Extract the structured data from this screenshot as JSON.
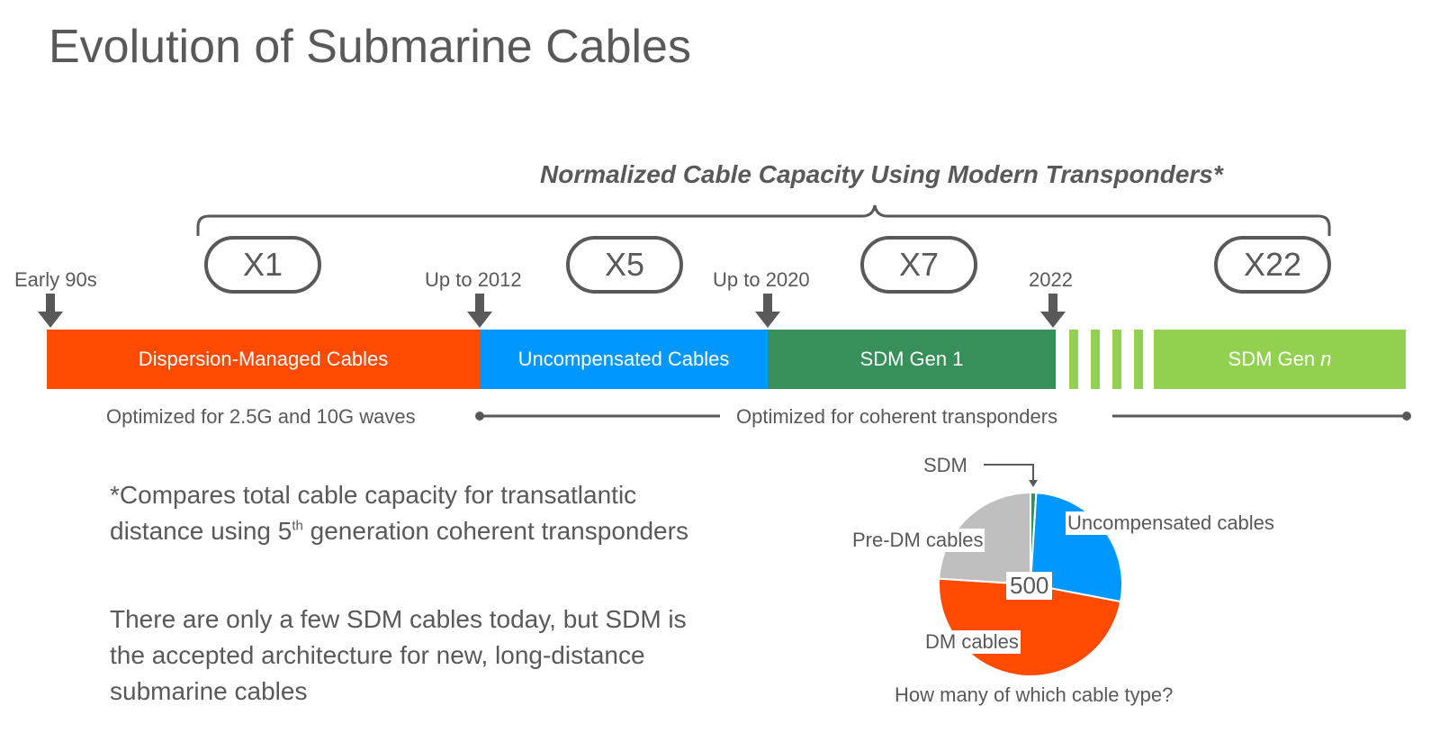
{
  "title": "Evolution of Submarine Cables",
  "subtitle": "Normalized Cable Capacity Using Modern Transponders*",
  "multipliers": [
    "X1",
    "X5",
    "X7",
    "X22"
  ],
  "milestones": [
    "Early 90s",
    "Up to 2012",
    "Up to 2020",
    "2022"
  ],
  "segments": {
    "dm": "Dispersion-Managed Cables",
    "uncomp": "Uncompensated Cables",
    "sdm1": "SDM Gen 1",
    "sdmn_prefix": "SDM Gen ",
    "sdmn_italic": "n"
  },
  "optimized": {
    "left": "Optimized for 2.5G and 10G waves",
    "right": "Optimized for coherent transponders"
  },
  "footnote": {
    "line1": "*Compares total cable capacity for transatlantic",
    "line2_a": "distance using 5",
    "line2_sup": "th",
    "line2_b": " generation coherent transponders"
  },
  "paragraph": {
    "line1": "There are only a few SDM cables today, but SDM is",
    "line2": "the accepted architecture for new, long-distance",
    "line3": "submarine cables"
  },
  "colors": {
    "dm": "#FF4A00",
    "uncomp": "#0098FF",
    "sdm1": "#378F5A",
    "sdmn": "#92D050",
    "predm": "#BFBFBF",
    "text": "#595959"
  },
  "chart_data": {
    "type": "pie",
    "center_label": "500",
    "caption": "How many of which cable type?",
    "slices": [
      {
        "label": "SDM",
        "value": 1,
        "color": "#378F5A"
      },
      {
        "label": "Uncompensated cables",
        "value": 27,
        "color": "#0098FF"
      },
      {
        "label": "DM cables",
        "value": 48,
        "color": "#FF4A00"
      },
      {
        "label": "Pre-DM cables",
        "value": 24,
        "color": "#BFBFBF"
      }
    ]
  }
}
